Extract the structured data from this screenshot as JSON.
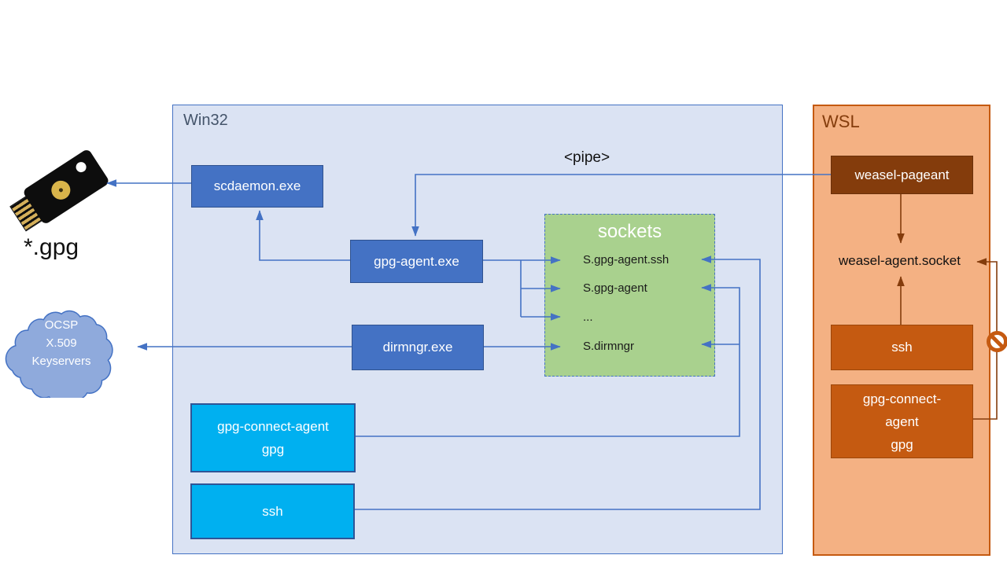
{
  "win32": {
    "label": "Win32",
    "boxes": {
      "scdaemon": "scdaemon.exe",
      "gpg_agent": "gpg-agent.exe",
      "dirmngr": "dirmngr.exe",
      "gpg_connect_line1": "gpg-connect-agent",
      "gpg_connect_line2": "gpg",
      "ssh": "ssh"
    },
    "sockets": {
      "title": "sockets",
      "entries": [
        "S.gpg-agent.ssh",
        "S.gpg-agent",
        "...",
        "S.dirmngr"
      ]
    }
  },
  "wsl": {
    "label": "WSL",
    "weasel_pageant": "weasel-pageant",
    "weasel_socket": "weasel-agent.socket",
    "ssh": "ssh",
    "gpg_connect_lines": [
      "gpg-connect-",
      "agent",
      "gpg"
    ]
  },
  "left": {
    "gpg_files": "*.gpg",
    "cloud_lines": [
      "OCSP",
      "X.509",
      "Keyservers"
    ]
  },
  "pipe_label": "<pipe>",
  "icons": {
    "usb_key": "yubikey-usb-security-key",
    "cloud": "network-cloud",
    "prohibited": "no-entry-blocked"
  },
  "colors": {
    "win32_fill": "#dbe3f3",
    "win32_border": "#4472c4",
    "process_fill": "#4472c4",
    "process_border": "#2f528f",
    "client_fill": "#00b0f0",
    "client_border": "#2f5597",
    "sockets_fill": "#a9d18e",
    "sockets_border": "#4472c4",
    "wsl_fill": "#f4b183",
    "wsl_border": "#c55a11",
    "wsl_dark_fill": "#843c0c",
    "wsl_mid_fill": "#c55a11",
    "connector_blue": "#4472c4",
    "connector_brown": "#843c0c",
    "win32_label_color": "#44546a",
    "wsl_label_color": "#843c0c"
  }
}
